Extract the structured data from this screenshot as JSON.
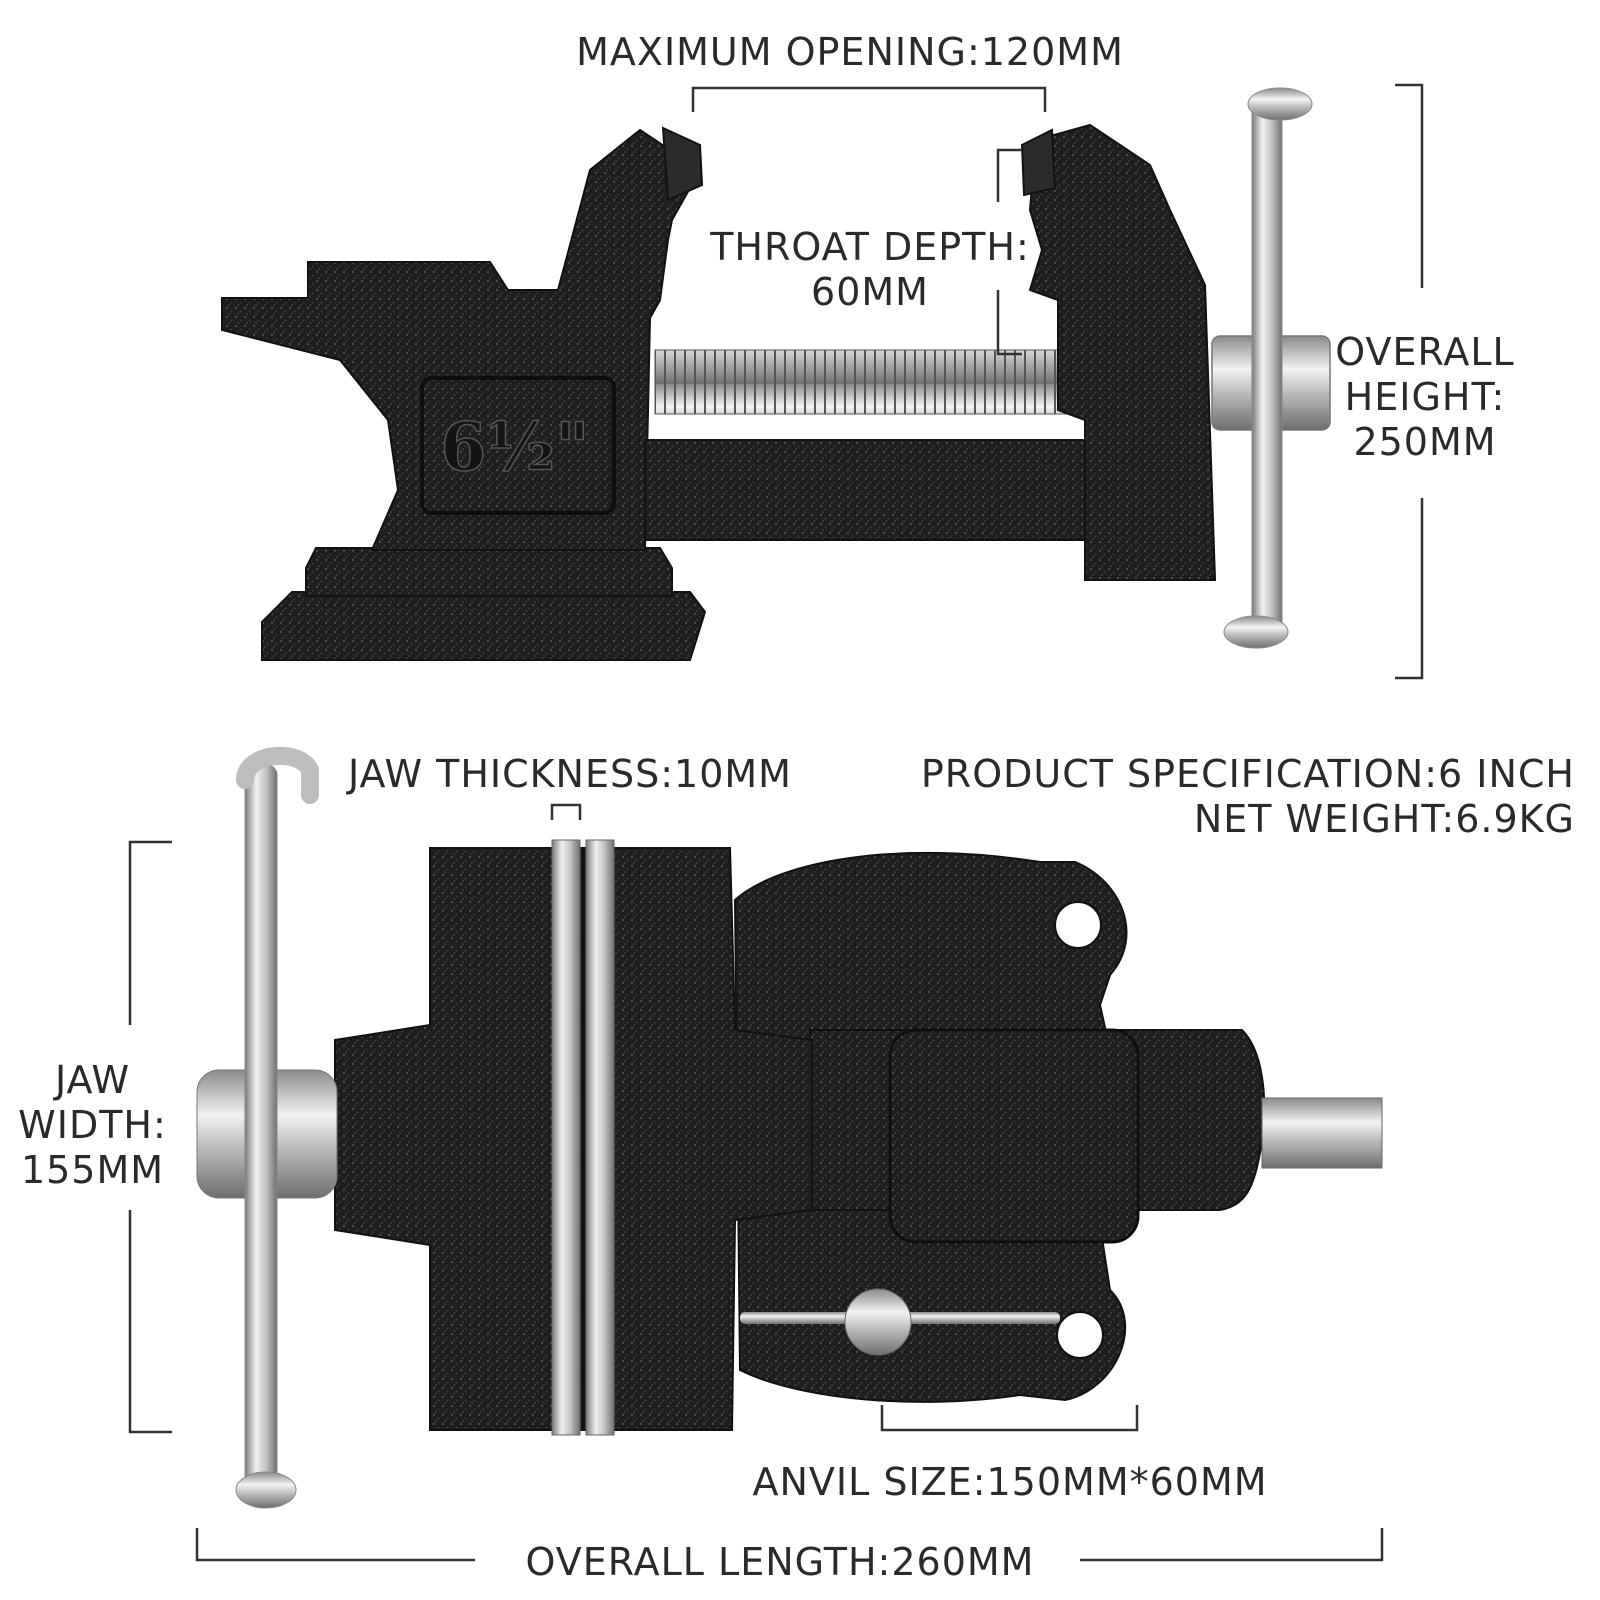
{
  "top_view": {
    "max_opening": "MAXIMUM OPENING:120MM",
    "throat_depth_1": "THROAT DEPTH:",
    "throat_depth_2": "60MM",
    "overall_height_1": "OVERALL",
    "overall_height_2": "HEIGHT:",
    "overall_height_3": "250MM",
    "size_marking": "6½\""
  },
  "bottom_view": {
    "jaw_thickness": "JAW THICKNESS:10MM",
    "spec_1": "PRODUCT SPECIFICATION:6 INCH",
    "spec_2": "NET WEIGHT:6.9KG",
    "jaw_width_1": "JAW",
    "jaw_width_2": "WIDTH:",
    "jaw_width_3": "155MM",
    "anvil_size": "ANVIL SIZE:150MM*60MM",
    "overall_length": "OVERALL LENGTH:260MM"
  },
  "colors": {
    "body": "#1e1e1e",
    "texture": "#3a3a3a",
    "steel": "#c9c9c9",
    "dimension_line": "#333333"
  }
}
